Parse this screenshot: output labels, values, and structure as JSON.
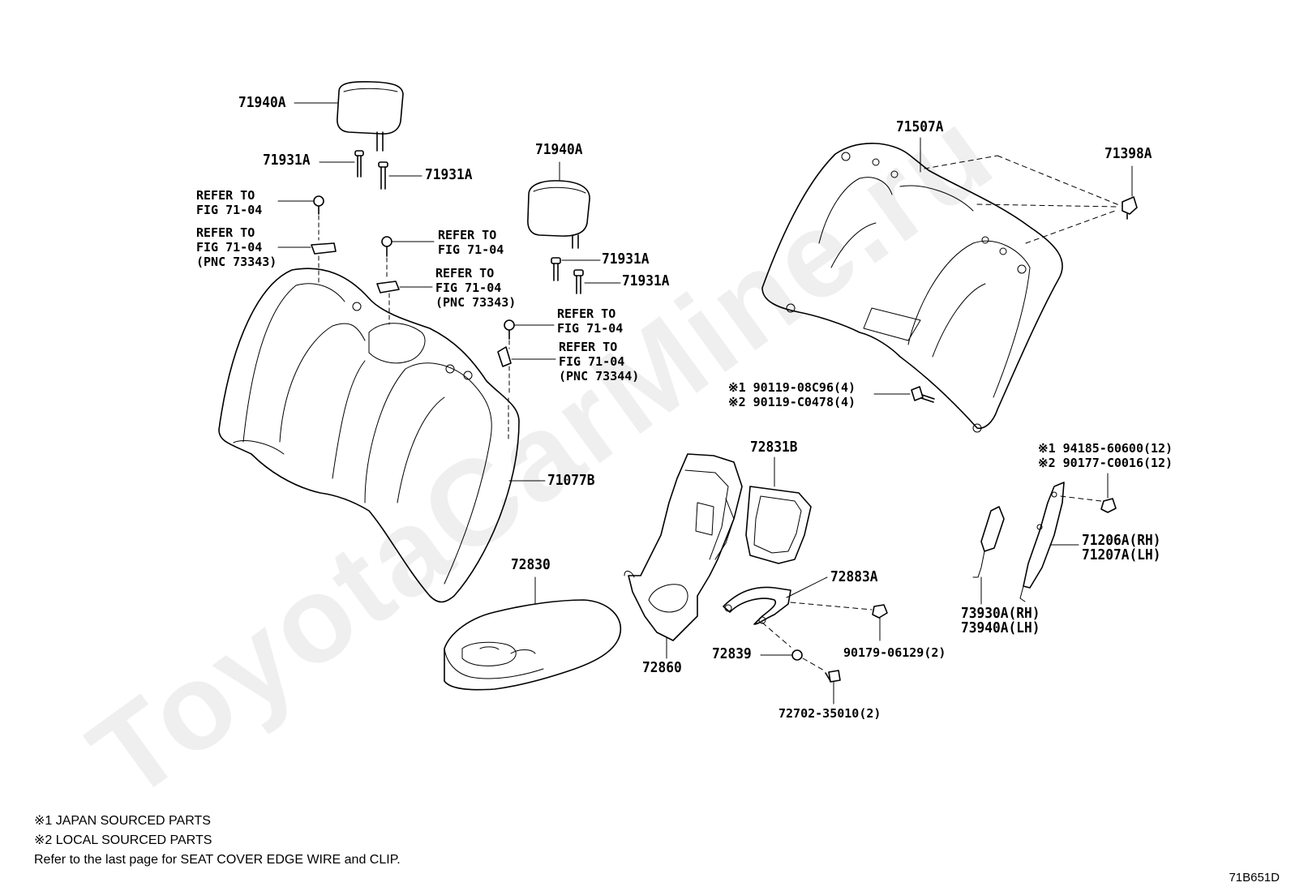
{
  "watermark": "ToyotaCarMine.ru",
  "labels": {
    "p71940A_left": "71940A",
    "p71931A_1": "71931A",
    "p71931A_2": "71931A",
    "refer1": "REFER TO\nFIG 71-04",
    "refer2": "REFER TO\nFIG 71-04\n(PNC 73343)",
    "refer3": "REFER TO\nFIG 71-04",
    "refer4": "REFER TO\nFIG 71-04\n(PNC 73343)",
    "p71940A_mid": "71940A",
    "p71931A_3": "71931A",
    "p71931A_4": "71931A",
    "refer5": "REFER TO\nFIG 71-04",
    "refer6": "REFER TO\nFIG 71-04\n(PNC 73344)",
    "p71077B": "71077B",
    "p72830": "72830",
    "p71507A": "71507A",
    "p71398A": "71398A",
    "bolt_spec": "※1 90119-08C96(4)\n※2 90119-C0478(4)",
    "p72831B": "72831B",
    "p72883A": "72883A",
    "p72860": "72860",
    "p72839": "72839",
    "p90179": "90179-06129(2)",
    "p72702": "72702-35010(2)",
    "nut_spec": "※1 94185-60600(12)\n※2 90177-C0016(12)",
    "p71206A": "71206A(RH)\n71207A(LH)",
    "p73930A": "73930A(RH)\n73940A(LH)"
  },
  "notes": {
    "note1": "※1 JAPAN SOURCED PARTS",
    "note2": "※2 LOCAL SOURCED PARTS",
    "note3": "Refer to the last page for SEAT COVER EDGE WIRE and CLIP."
  },
  "figure_id": "71B651D"
}
